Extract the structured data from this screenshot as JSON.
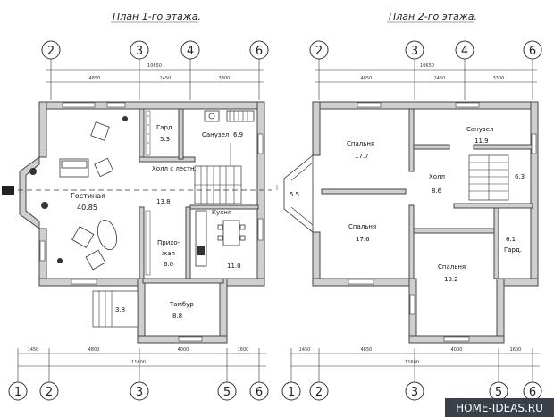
{
  "plan1": {
    "title": "План 1-го этажа.",
    "axes_top": [
      "2",
      "3",
      "4",
      "6"
    ],
    "axes_bottom": [
      "1",
      "2",
      "3",
      "5",
      "6"
    ],
    "dims_top_total": "10650",
    "dims_top": [
      "4850",
      "2450",
      "3300"
    ],
    "dims_bottom_total": "11600",
    "dims_bottom": [
      "1450",
      "4800",
      "4000",
      "1600"
    ],
    "rooms": {
      "gard_label": "Гард.",
      "gard_area": "5.3",
      "bath_label": "Санузел",
      "bath_area": "6.9",
      "hall_label": "Холл с лестн.",
      "hall_area": "13.8",
      "living_label": "Гостиная",
      "living_area": "40.85",
      "kitchen_label": "Кухня",
      "kitchen_area": "11.0",
      "entry_label_1": "Прихо-",
      "entry_label_2": "жая",
      "entry_area": "6.0",
      "vestibule_label": "Тамбур",
      "vestibule_area": "8.8",
      "porch_area": "3.8"
    }
  },
  "plan2": {
    "title": "План 2-го этажа.",
    "axes_top": [
      "2",
      "3",
      "4",
      "6"
    ],
    "axes_bottom": [
      "1",
      "2",
      "3",
      "5",
      "6"
    ],
    "dims_top_total": "10650",
    "dims_top": [
      "4850",
      "2450",
      "3300"
    ],
    "dims_bottom_total": "11600",
    "dims_bottom": [
      "1450",
      "4850",
      "4000",
      "1600"
    ],
    "rooms": {
      "bed1_label": "Спальня",
      "bed1_area": "17.7",
      "bath_label": "Санузел",
      "bath_area": "11.9",
      "hall_label": "Холл",
      "hall_area": "8.6",
      "stair_area": "6.3",
      "bay_area": "5.5",
      "bed2_label": "Спальня",
      "bed2_area": "17.6",
      "bed3_label": "Спальня",
      "bed3_area": "19.2",
      "gard_area": "6.1",
      "gard_label": "Гард."
    }
  },
  "watermark": "HOME-IDEAS.RU"
}
